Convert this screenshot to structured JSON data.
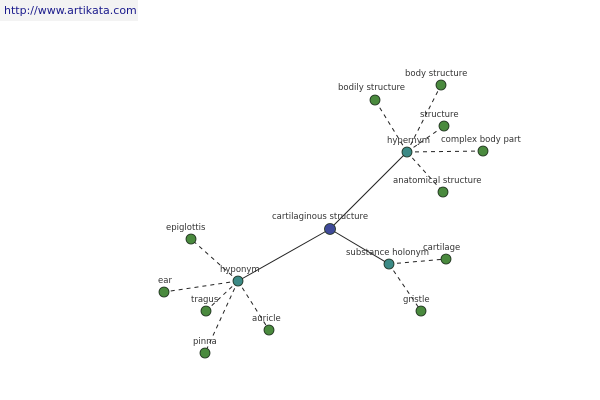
{
  "source": {
    "url": "http://www.artikata.com"
  },
  "colors": {
    "root_node": "#3f4a99",
    "relation_node": "#3c8a86",
    "term_node": "#4a8a3e",
    "edge": "#222222"
  },
  "graph": {
    "nodes": [
      {
        "id": "root",
        "label": "cartilaginous structure",
        "kind": "root"
      },
      {
        "id": "hypernym",
        "label": "hypernym",
        "kind": "relation"
      },
      {
        "id": "hyponym",
        "label": "hyponym",
        "kind": "relation"
      },
      {
        "id": "holonym",
        "label": "substance holonym",
        "kind": "relation"
      },
      {
        "id": "bodily",
        "label": "bodily structure",
        "kind": "term"
      },
      {
        "id": "body",
        "label": "body structure",
        "kind": "term"
      },
      {
        "id": "structure",
        "label": "structure",
        "kind": "term"
      },
      {
        "id": "complex",
        "label": "complex body part",
        "kind": "term"
      },
      {
        "id": "anatomical",
        "label": "anatomical structure",
        "kind": "term"
      },
      {
        "id": "epiglottis",
        "label": "epiglottis",
        "kind": "term"
      },
      {
        "id": "ear",
        "label": "ear",
        "kind": "term"
      },
      {
        "id": "tragus",
        "label": "tragus",
        "kind": "term"
      },
      {
        "id": "auricle",
        "label": "auricle",
        "kind": "term"
      },
      {
        "id": "pinna",
        "label": "pinna",
        "kind": "term"
      },
      {
        "id": "cartilage",
        "label": "cartilage",
        "kind": "term"
      },
      {
        "id": "gristle",
        "label": "gristle",
        "kind": "term"
      }
    ],
    "edges": [
      {
        "from": "root",
        "to": "hypernym",
        "style": "solid"
      },
      {
        "from": "root",
        "to": "hyponym",
        "style": "solid"
      },
      {
        "from": "root",
        "to": "holonym",
        "style": "solid"
      },
      {
        "from": "hypernym",
        "to": "bodily",
        "style": "dashed"
      },
      {
        "from": "hypernym",
        "to": "body",
        "style": "dashed"
      },
      {
        "from": "hypernym",
        "to": "structure",
        "style": "dashed"
      },
      {
        "from": "hypernym",
        "to": "complex",
        "style": "dashed"
      },
      {
        "from": "hypernym",
        "to": "anatomical",
        "style": "dashed"
      },
      {
        "from": "hyponym",
        "to": "epiglottis",
        "style": "dashed"
      },
      {
        "from": "hyponym",
        "to": "ear",
        "style": "dashed"
      },
      {
        "from": "hyponym",
        "to": "tragus",
        "style": "dashed"
      },
      {
        "from": "hyponym",
        "to": "auricle",
        "style": "dashed"
      },
      {
        "from": "hyponym",
        "to": "pinna",
        "style": "dashed"
      },
      {
        "from": "holonym",
        "to": "cartilage",
        "style": "dashed"
      },
      {
        "from": "holonym",
        "to": "gristle",
        "style": "dashed"
      }
    ]
  }
}
